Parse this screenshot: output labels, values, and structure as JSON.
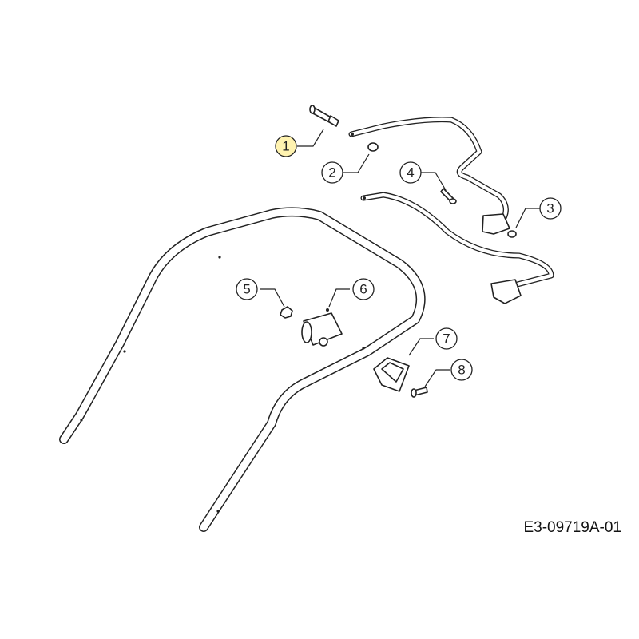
{
  "drawing": {
    "code": "E3-09719A-01",
    "callouts": [
      {
        "label": "1",
        "highlight": true
      },
      {
        "label": "2",
        "highlight": false
      },
      {
        "label": "3",
        "highlight": false
      },
      {
        "label": "4",
        "highlight": false
      },
      {
        "label": "5",
        "highlight": false
      },
      {
        "label": "6",
        "highlight": false
      },
      {
        "label": "7",
        "highlight": false
      },
      {
        "label": "8",
        "highlight": false
      }
    ],
    "colors": {
      "line": "#222222",
      "highlight": "#fff3b0",
      "background": "#ffffff"
    }
  }
}
